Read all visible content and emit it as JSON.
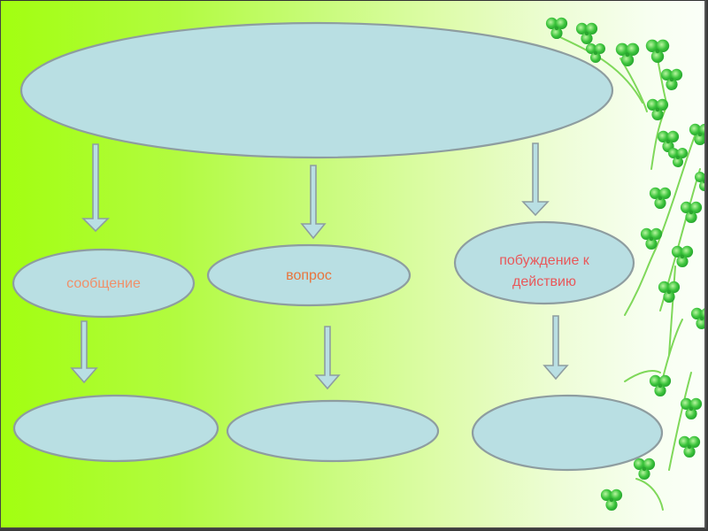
{
  "slide": {
    "background_gradient": [
      "#a2ff10",
      "#fbfff8"
    ],
    "shape_fill": "#b9dfe3",
    "shape_stroke": "#8e9da0"
  },
  "diagram": {
    "top_node": {
      "label": ""
    },
    "middle_nodes": [
      {
        "label": "сообщение",
        "color": "#f0906a"
      },
      {
        "label": "вопрос",
        "color": "#e8743c"
      },
      {
        "label": "побуждение к\nдействию",
        "label_line1": "побуждение к",
        "label_line2": "действию",
        "color": "#e8585a"
      }
    ],
    "bottom_nodes": [
      {
        "label": ""
      },
      {
        "label": ""
      },
      {
        "label": ""
      }
    ]
  },
  "decoration": {
    "name": "clover-vines",
    "leaf_color": "#3cc43c",
    "stem_color": "#7fd85a"
  }
}
